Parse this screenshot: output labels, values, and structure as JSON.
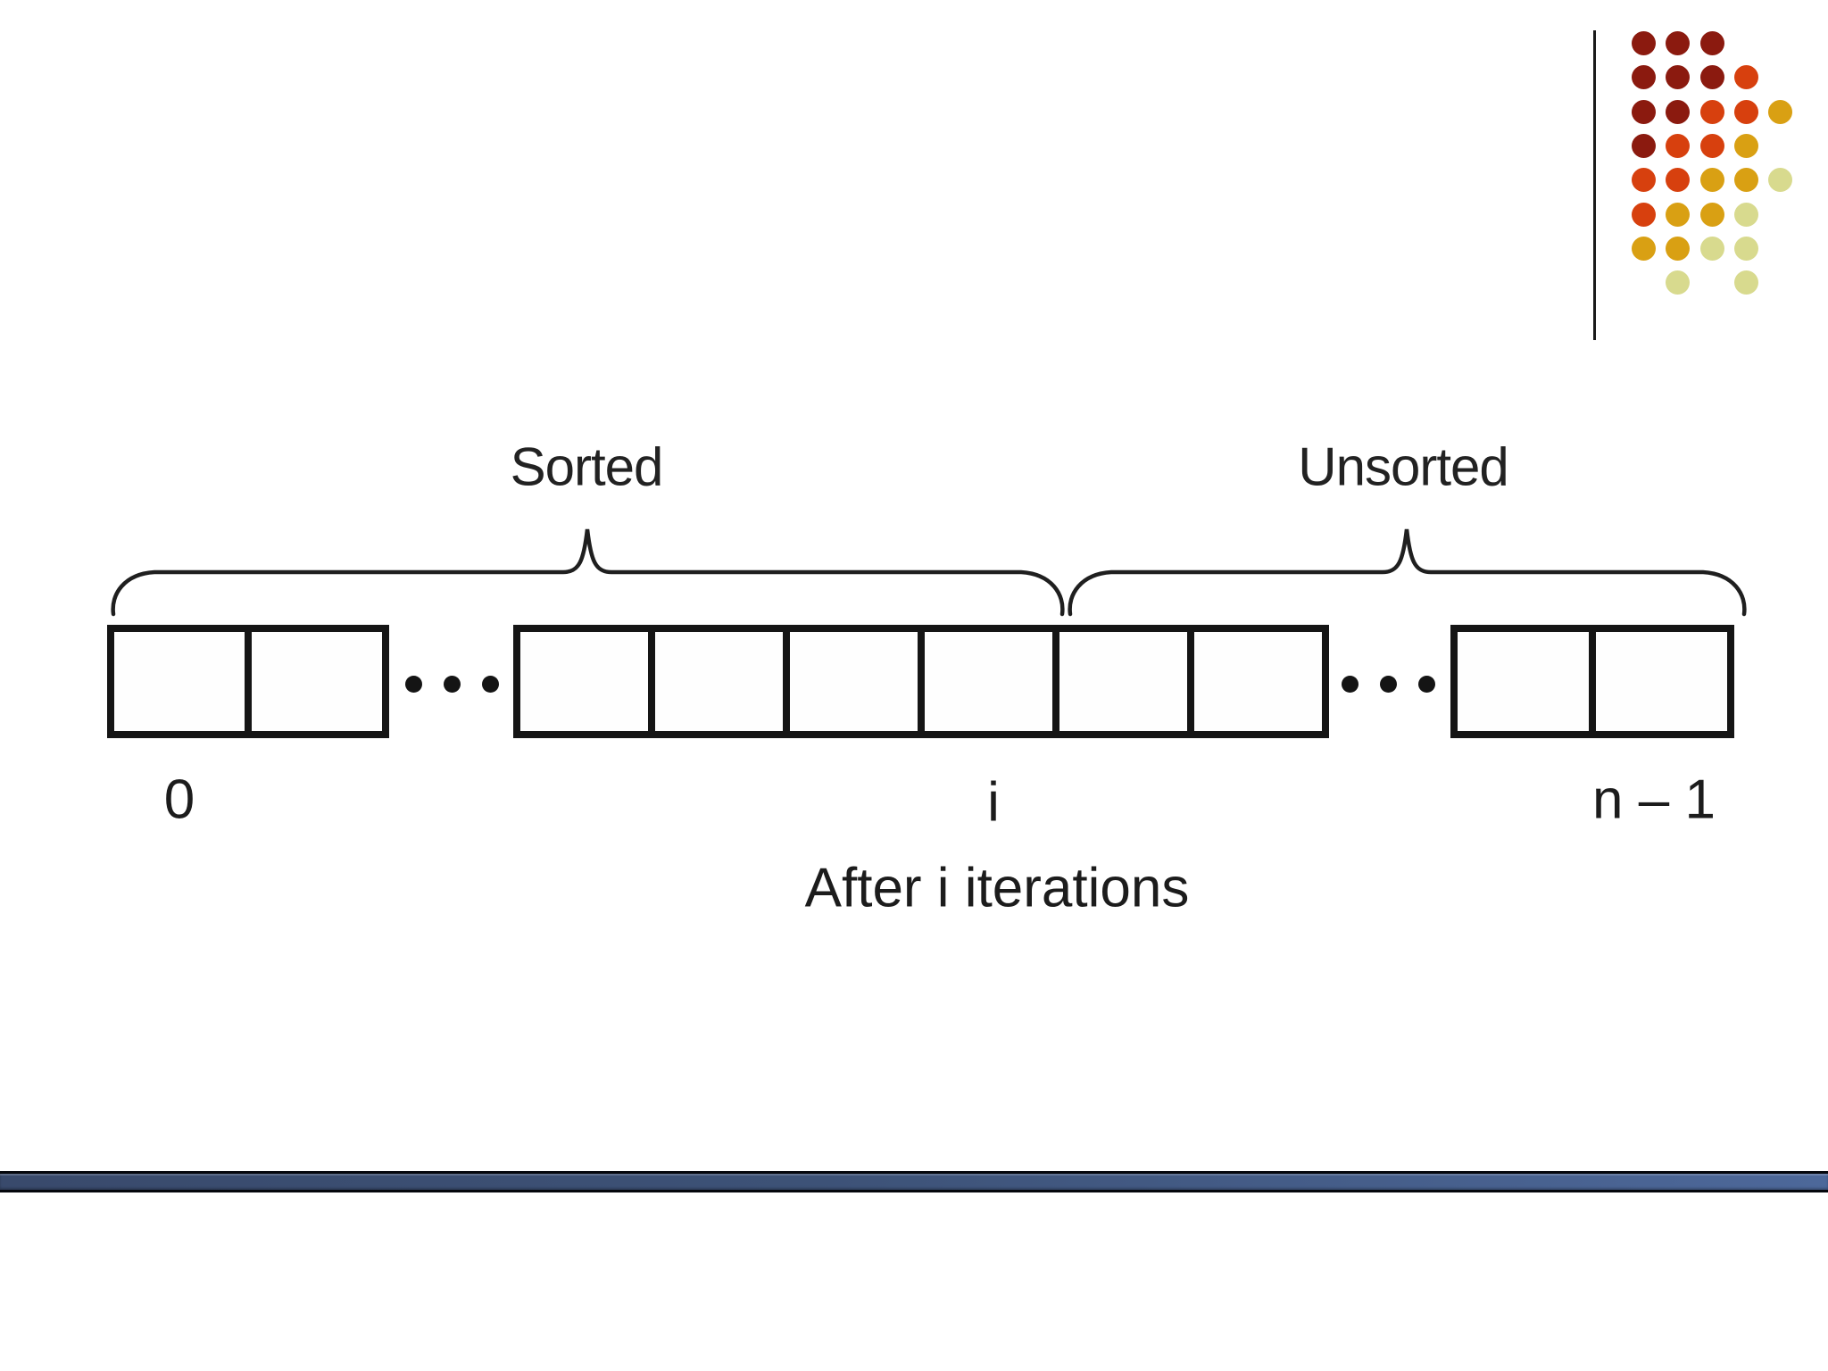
{
  "slide": {
    "background": "#ffffff"
  },
  "diagram": {
    "labels": {
      "sorted": "Sorted",
      "unsorted": "Unsorted",
      "index_first": "0",
      "index_i": "i",
      "index_last": "n – 1",
      "caption": "After i iterations"
    },
    "line_color": "#1f1f1f",
    "array": {
      "groups": [
        {
          "name": "left",
          "cells": 2
        },
        {
          "name": "middle",
          "cells": 6
        },
        {
          "name": "right",
          "cells": 2
        }
      ],
      "ellipsis_dot_count": 3
    }
  },
  "decor": {
    "divider_color": "#1a1a1a",
    "dot_palette": {
      "dr": "#8b1a0f",
      "or": "#d7400e",
      "gd": "#d9a013",
      "yg": "#d8da8e"
    },
    "dot_grid": [
      [
        "dr",
        "dr",
        "dr",
        null,
        null
      ],
      [
        "dr",
        "dr",
        "dr",
        "or",
        null
      ],
      [
        "dr",
        "dr",
        "or",
        "or",
        "gd"
      ],
      [
        "dr",
        "or",
        "or",
        "gd",
        null
      ],
      [
        "or",
        "or",
        "gd",
        "gd",
        "yg"
      ],
      [
        "or",
        "gd",
        "gd",
        "yg",
        null
      ],
      [
        "gd",
        "gd",
        "yg",
        "yg",
        null
      ],
      [
        null,
        "yg",
        null,
        "yg",
        null
      ]
    ]
  },
  "footer_bar": {
    "color_left": "#394a6c",
    "color_mid": "#3d5277",
    "color_right": "#4d689a",
    "border_color": "#05070d"
  }
}
